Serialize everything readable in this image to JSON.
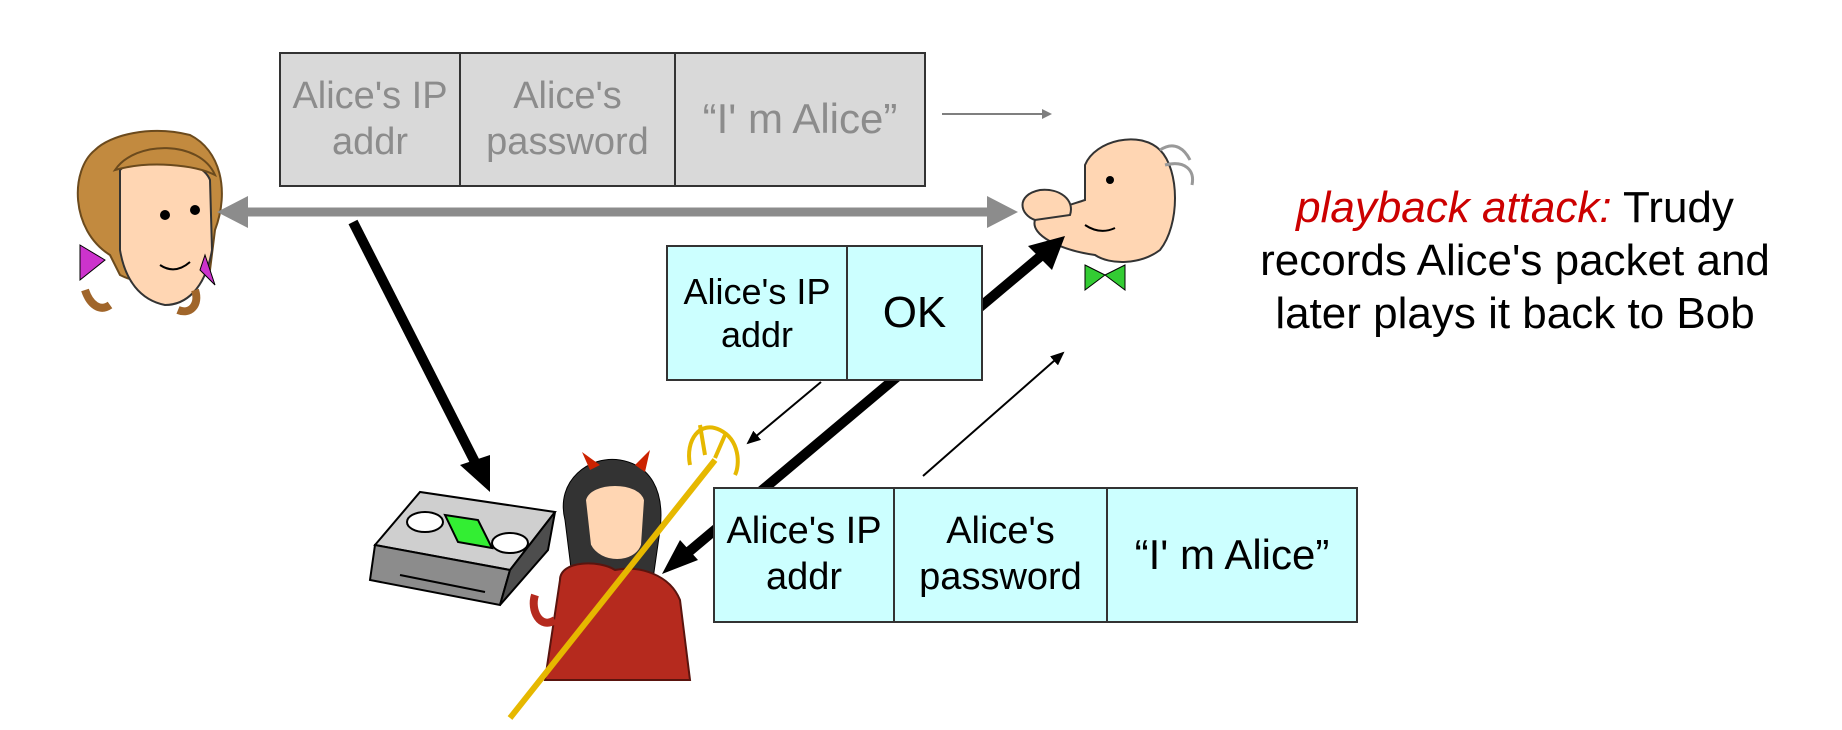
{
  "packet_sent": {
    "fields": [
      "Alice's IP addr",
      "Alice's password",
      "“I' m Alice”"
    ]
  },
  "packet_response": {
    "fields": [
      "Alice's IP addr",
      "OK"
    ]
  },
  "packet_replayed": {
    "fields": [
      "Alice's IP addr",
      "Alice's password",
      "“I' m Alice”"
    ]
  },
  "caption": {
    "highlight": "playback attack:",
    "rest": "Trudy records Alice's packet and later plays it back to Bob"
  },
  "colors": {
    "red_text": "#cc0000",
    "gray_box": "#d9d9d9",
    "cyan_box": "#ccffff"
  }
}
